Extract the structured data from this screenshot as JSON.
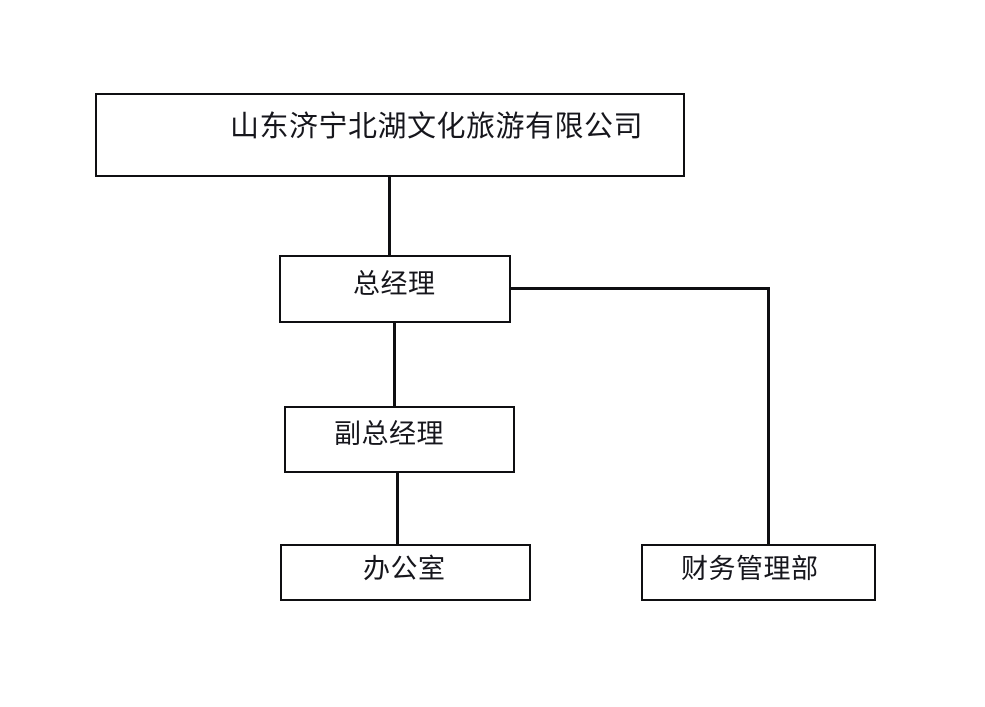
{
  "chart_title": "",
  "diagram": {
    "type": "organizational-chart",
    "background_color": "#ffffff",
    "line_color": "#0f0f12",
    "text_color": "#16161c",
    "nodes": [
      {
        "id": "company",
        "label": "山东济宁北湖文化旅游有限公司",
        "level": 0
      },
      {
        "id": "general-manager",
        "label": "总经理",
        "level": 1
      },
      {
        "id": "deputy-general-manager",
        "label": "副总经理",
        "level": 2
      },
      {
        "id": "office",
        "label": "办公室",
        "level": 3
      },
      {
        "id": "finance-department",
        "label": "财务管理部",
        "level": 2
      }
    ],
    "edges": [
      {
        "from": "company",
        "to": "general-manager"
      },
      {
        "from": "general-manager",
        "to": "deputy-general-manager"
      },
      {
        "from": "deputy-general-manager",
        "to": "office"
      },
      {
        "from": "general-manager",
        "to": "finance-department"
      }
    ]
  }
}
